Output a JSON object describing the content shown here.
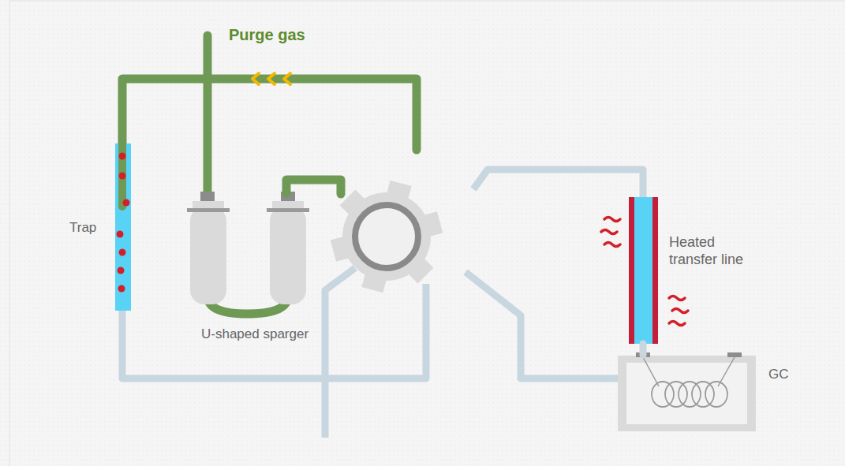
{
  "diagram": {
    "nodes": [
      {
        "text": [
          "Trap"
        ]
      },
      {
        "text": [
          "U-shaped sparger"
        ]
      },
      {
        "text": [
          "Heated transfer line"
        ]
      },
      {
        "text": [
          "GC"
        ]
      }
    ],
    "edges": [
      {
        "from": 1,
        "to": 0,
        "arrow": "none"
      },
      {
        "from": 2,
        "to": 3,
        "arrow": "none"
      }
    ],
    "labels": [
      "Purge gas"
    ]
  }
}
